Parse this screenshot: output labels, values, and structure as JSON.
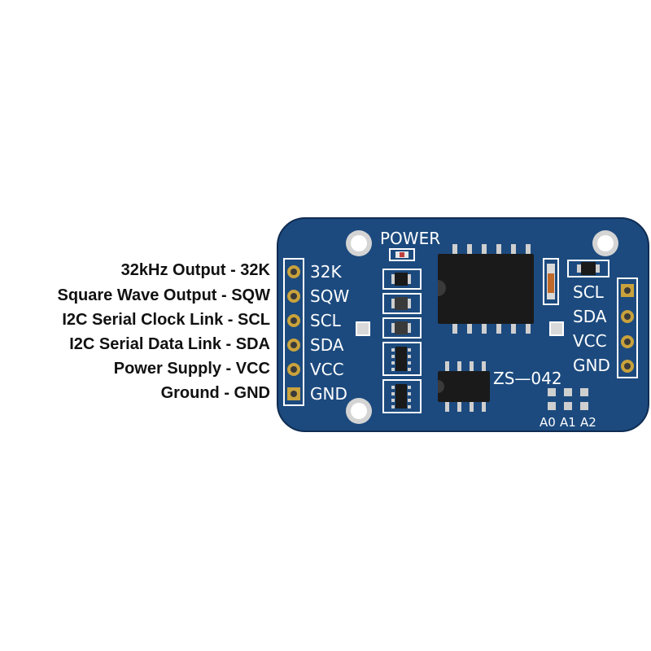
{
  "pin_descriptions": [
    {
      "description": "32kHz Output - 32K"
    },
    {
      "description": "Square Wave Output - SQW"
    },
    {
      "description": "I2C Serial Clock Link - SCL"
    },
    {
      "description": "I2C Serial Data Link - SDA"
    },
    {
      "description": "Power Supply - VCC"
    },
    {
      "description": "Ground - GND"
    }
  ],
  "board": {
    "power_label": "POWER",
    "model_label": "ZS—042",
    "left_pins": [
      "32K",
      "SQW",
      "SCL",
      "SDA",
      "VCC",
      "GND"
    ],
    "right_pins": [
      "SCL",
      "SDA",
      "VCC",
      "GND"
    ],
    "address_pads": [
      "A0",
      "A1",
      "A2"
    ]
  },
  "colors": {
    "pcb": "#1c4a7e",
    "pcb_edge": "#0f2c52",
    "silkscreen": "#ffffff",
    "chip": "#1a1a1a",
    "pin": "#c9a23c"
  }
}
